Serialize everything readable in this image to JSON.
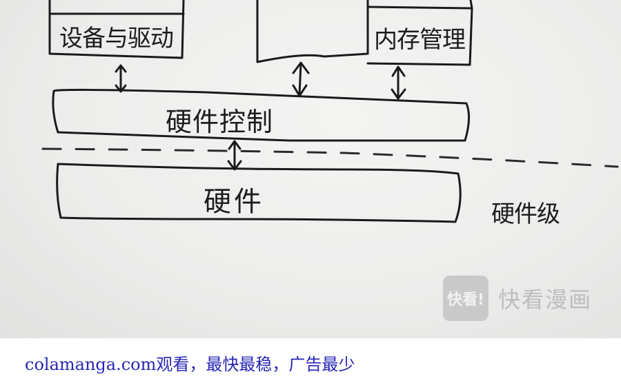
{
  "diagram": {
    "labels": {
      "device_driver": "设备与驱动",
      "memory_management": "内存管理",
      "hardware_control": "硬件控制",
      "hardware": "硬件",
      "hardware_level": "硬件级"
    }
  },
  "watermark": {
    "logo_text": "快看!",
    "brand_text": "快看漫画"
  },
  "footer": {
    "text": "colamanga.com观看，最快最稳，广告最少"
  }
}
